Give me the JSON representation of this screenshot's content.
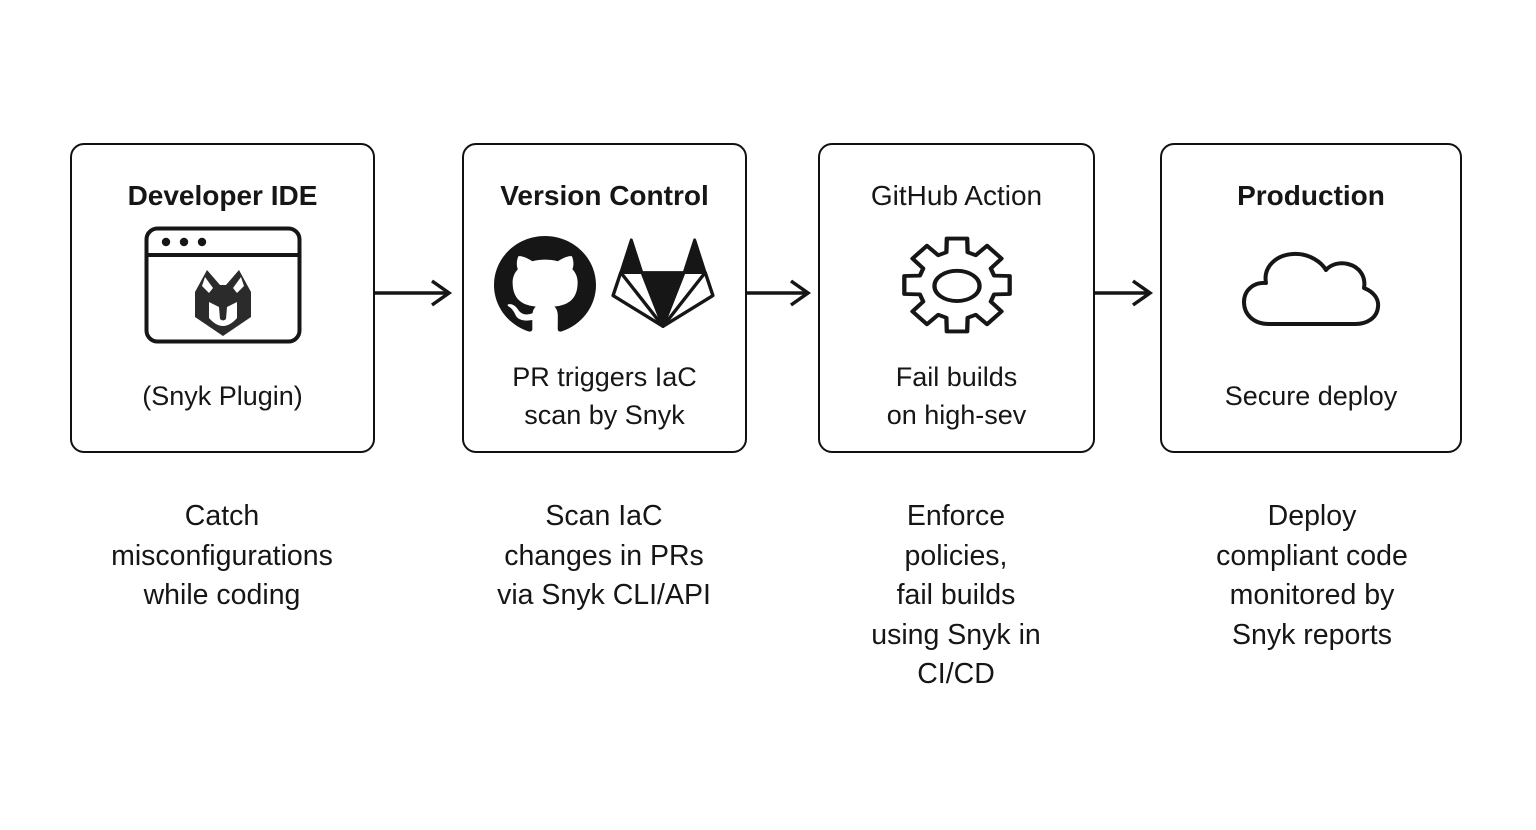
{
  "colors": {
    "background": "#ffffff",
    "ink": "#161616",
    "icon_fill": "#262626"
  },
  "stages": [
    {
      "title": "Developer IDE",
      "icons": [
        "browser-window-icon",
        "snyk-dog-logo-icon"
      ],
      "caption": "(Snyk Plugin)",
      "description": "Catch\nmisconfigurations\nwhile coding"
    },
    {
      "title": "Version Control",
      "icons": [
        "github-logo-icon",
        "gitlab-logo-icon"
      ],
      "caption": "PR triggers IaC\nscan by Snyk",
      "description": "Scan IaC\nchanges in PRs\nvia Snyk CLI/API"
    },
    {
      "title": "GitHub Action",
      "icons": [
        "gear-icon"
      ],
      "caption": "Fail builds\non high-sev",
      "description": "Enforce\npolicies,\nfail builds\nusing Snyk in\nCI/CD"
    },
    {
      "title": "Production",
      "icons": [
        "cloud-icon"
      ],
      "caption": "Secure deploy",
      "description": "Deploy\ncompliant code\nmonitored by\nSnyk reports"
    }
  ]
}
